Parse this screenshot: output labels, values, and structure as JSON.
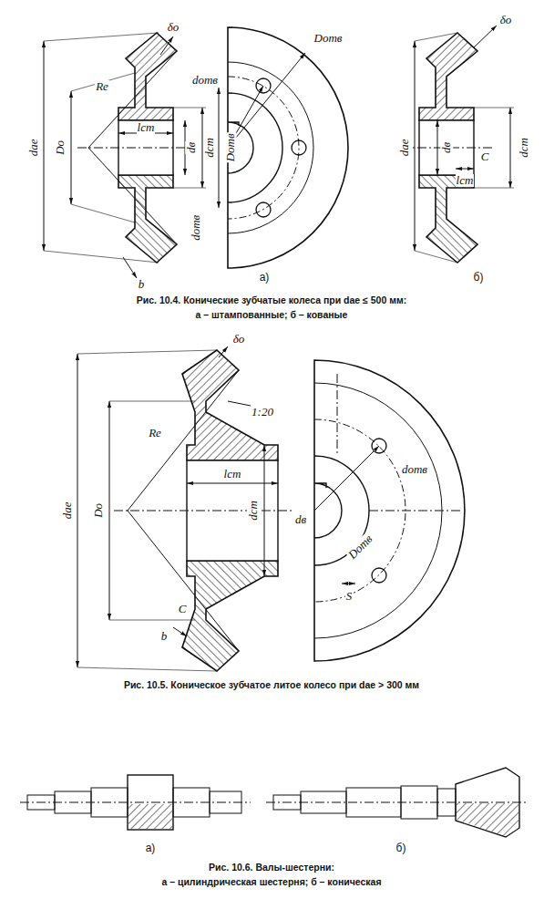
{
  "diagram": {
    "labels": [
      "δo",
      "Dотв",
      "dотв",
      "Re",
      "dae",
      "Do",
      "lст",
      "dв",
      "dст",
      "Dотв",
      "dотв",
      "b",
      "а)",
      "δo",
      "dae",
      "dв",
      "C",
      "lст",
      "dст",
      "б)",
      "Рис. 10.4. Конические зубчатые колеса при dae ≤ 500 мм:",
      "а – штампованные; б – кованые",
      "δo",
      "1:20",
      "dae",
      "Re",
      "Do",
      "lст",
      "dст",
      "C",
      "b",
      "dотв",
      "dв",
      "S",
      "Dотв",
      "Рис. 10.5. Коническое зубчатое литое колесо при dae > 300 мм",
      "а)",
      "б)",
      "Рис. 10.6. Валы-шестерни:",
      "а – цилиндрическая шестерня; б – коническая"
    ]
  }
}
